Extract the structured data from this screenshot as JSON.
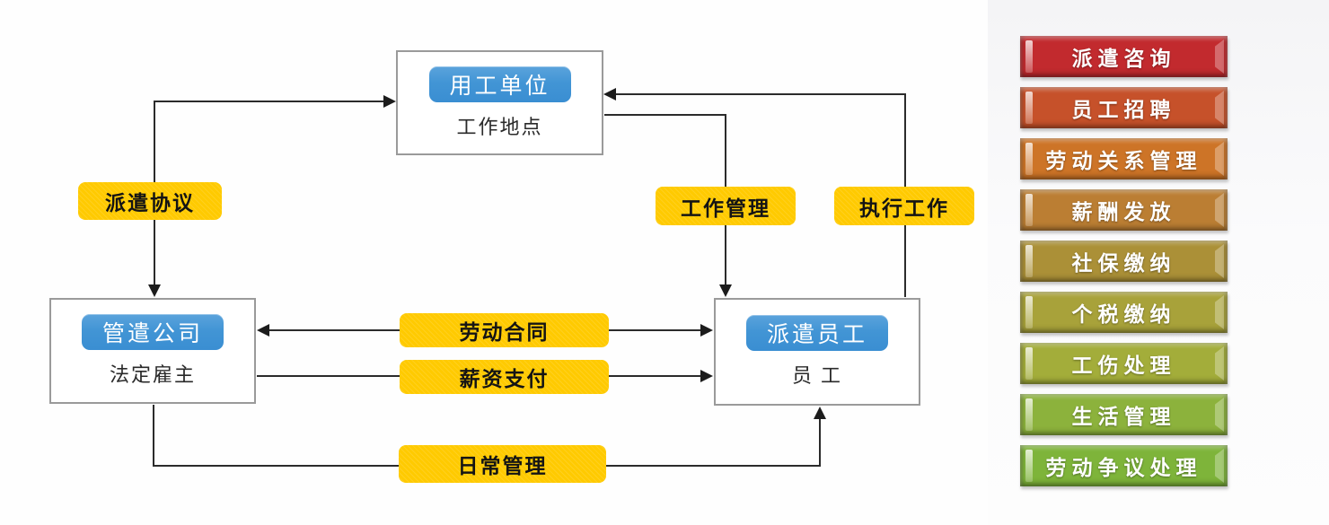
{
  "diagram": {
    "nodes": {
      "employing_unit": {
        "title": "用工单位",
        "subtitle": "工作地点"
      },
      "dispatch_company": {
        "title": "管遣公司",
        "subtitle": "法定雇主"
      },
      "dispatched_employee": {
        "title": "派遣员工",
        "subtitle": "员 工"
      }
    },
    "edges": {
      "dispatch_agreement": "派遣协议",
      "work_management": "工作管理",
      "execute_work": "执行工作",
      "labor_contract": "劳动合同",
      "salary_payment": "薪资支付",
      "daily_management": "日常管理"
    },
    "colors": {
      "node_button": "#4295d5",
      "edge_label": "#ffca00",
      "arrow": "#2b2b2b",
      "box_border": "#9a9a9a"
    }
  },
  "sidebar": {
    "items": [
      {
        "label": "派遣咨询",
        "color": "#c22a2e"
      },
      {
        "label": "员工招聘",
        "color": "#c6512a"
      },
      {
        "label": "劳动关系管理",
        "color": "#cd7427"
      },
      {
        "label": "薪酬发放",
        "color": "#bb7e33"
      },
      {
        "label": "社保缴纳",
        "color": "#ab9037"
      },
      {
        "label": "个税缴纳",
        "color": "#a8a23a"
      },
      {
        "label": "工伤处理",
        "color": "#a3ad3a"
      },
      {
        "label": "生活管理",
        "color": "#8cb23c"
      },
      {
        "label": "劳动争议处理",
        "color": "#7eb43a"
      }
    ]
  }
}
